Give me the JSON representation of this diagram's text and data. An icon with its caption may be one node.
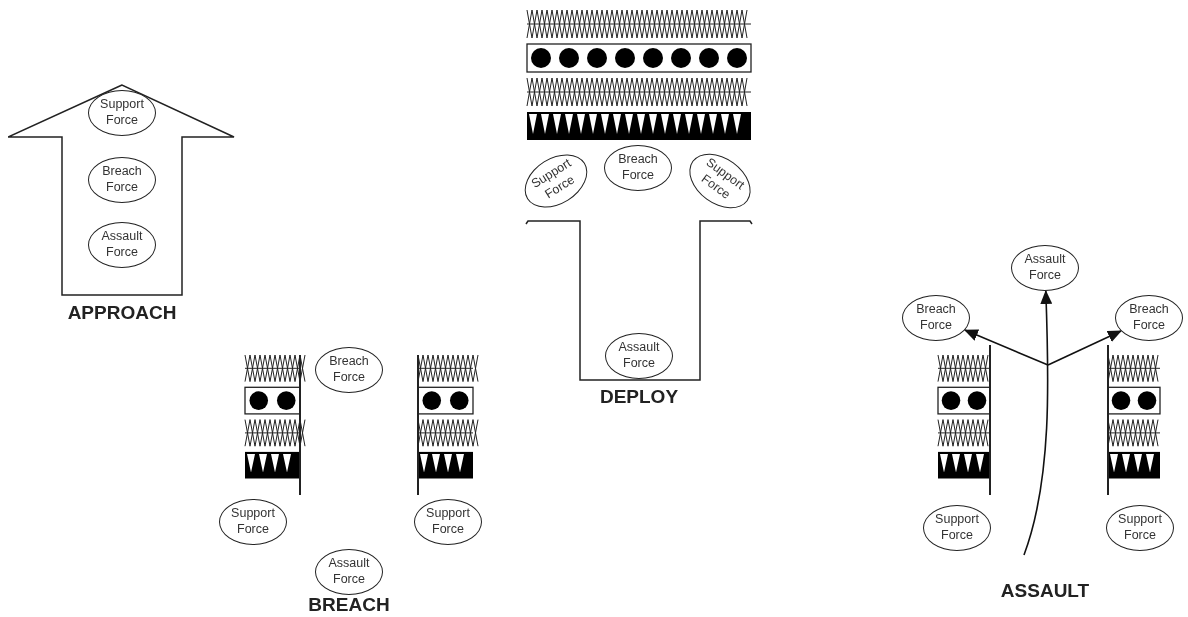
{
  "diagram": {
    "nodes": [
      {
        "text": [
          "APPROACH"
        ]
      },
      {
        "text": [
          "Support Force"
        ],
        "in": 0
      },
      {
        "text": [
          "Breach Force"
        ],
        "in": 0
      },
      {
        "text": [
          "Assault Force"
        ],
        "in": 0
      },
      {
        "text": [
          "DEPLOY"
        ]
      },
      {
        "text": [
          "Support Force"
        ]
      },
      {
        "text": [
          "Breach Force"
        ]
      },
      {
        "text": [
          "Support Force"
        ]
      },
      {
        "text": [
          "Assault Force"
        ],
        "in": 4
      },
      {
        "text": [
          "Breach Force"
        ]
      },
      {
        "text": [
          "Support Force"
        ]
      },
      {
        "text": [
          "Support Force"
        ]
      },
      {
        "text": [
          "Assault Force"
        ]
      },
      {
        "text": [
          "Assault Force"
        ]
      },
      {
        "text": [
          "Breach Force"
        ]
      },
      {
        "text": [
          "Breach Force"
        ]
      },
      {
        "text": [
          "Support Force"
        ]
      },
      {
        "text": [
          "Support Force"
        ]
      }
    ],
    "edges": [
      {
        "from": null,
        "to": 13,
        "arrow": "to"
      },
      {
        "from": null,
        "to": 14,
        "arrow": "to"
      },
      {
        "from": null,
        "to": 15,
        "arrow": "to"
      }
    ],
    "labels": [
      "BREACH",
      "ASSAULT"
    ]
  }
}
